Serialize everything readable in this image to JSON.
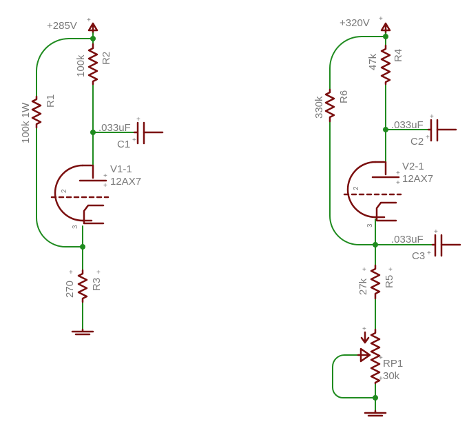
{
  "colors": {
    "wire": "#1f8b1f",
    "component": "#7a0e0e",
    "label": "#7a7a7a",
    "background": "#ffffff"
  },
  "stage1": {
    "supply": "+285V",
    "r1": {
      "name": "R1",
      "value": "100k 1W"
    },
    "r2": {
      "name": "R2",
      "value": "100k"
    },
    "r3": {
      "name": "R3",
      "value": "270"
    },
    "c1": {
      "name": "C1",
      "value": ".033uF"
    },
    "tube": {
      "name": "V1-1",
      "type": "12AX7",
      "pin_grid": "2",
      "pin_cathode": "3"
    }
  },
  "stage2": {
    "supply": "+320V",
    "r4": {
      "name": "R4",
      "value": "47k"
    },
    "r5": {
      "name": "R5",
      "value": "27k"
    },
    "r6": {
      "name": "R6",
      "value": "330k"
    },
    "c2": {
      "name": "C2",
      "value": ".033uF"
    },
    "c3": {
      "name": "C3",
      "value": ".033uF"
    },
    "tube": {
      "name": "V2-1",
      "type": "12AX7",
      "pin_grid": "2",
      "pin_cathode": "3"
    },
    "rp1": {
      "name": "RP1",
      "value": "30k"
    }
  },
  "marks": {
    "plus": "+"
  }
}
